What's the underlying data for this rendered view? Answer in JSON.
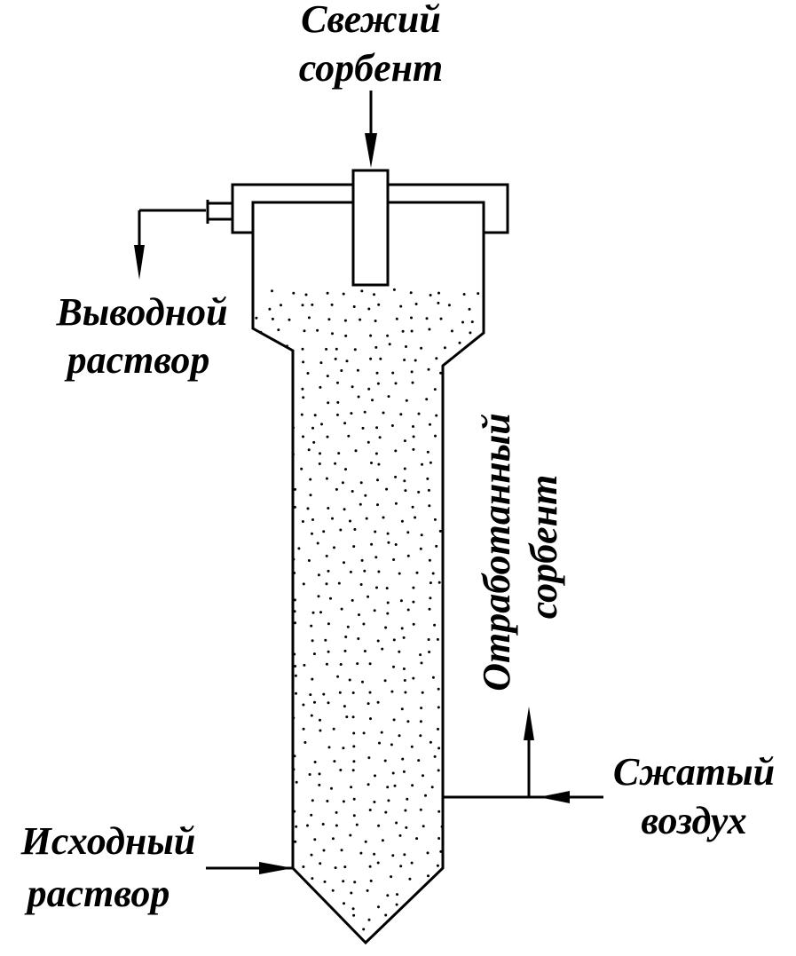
{
  "labels": {
    "fresh_sorbent_line1": "Свежий",
    "fresh_sorbent_line2": "сорбент",
    "outlet_solution_line1": "Выводной",
    "outlet_solution_line2": "раствор",
    "spent_sorbent_line1": "Отработанный",
    "spent_sorbent_line2": "сорбент",
    "compressed_air_line1": "Сжатый",
    "compressed_air_line2": "воздух",
    "initial_solution_line1": "Исходный",
    "initial_solution_line2": "раствор"
  },
  "colors": {
    "stroke": "#000000",
    "background": "#ffffff"
  }
}
